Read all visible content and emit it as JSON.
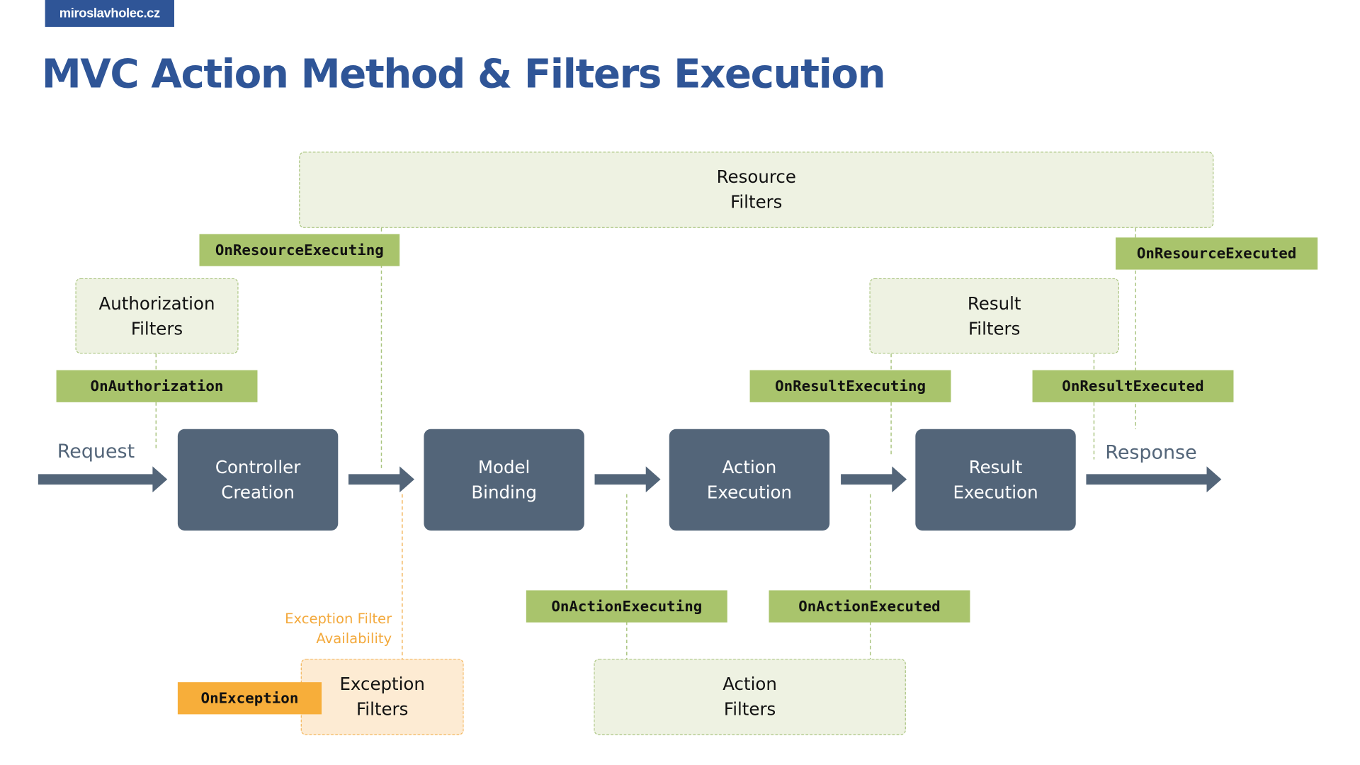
{
  "brand": "miroslavholec.cz",
  "title": "MVC Action Method & Filters Execution",
  "flow": {
    "request": "Request",
    "response": "Response"
  },
  "stages": {
    "controller": "Controller\nCreation",
    "model": "Model\nBinding",
    "action": "Action\nExecution",
    "result": "Result\nExecution"
  },
  "filters": {
    "resource": "Resource\nFilters",
    "authorization": "Authorization\nFilters",
    "result": "Result\nFilters",
    "exception": "Exception\nFilters",
    "action": "Action\nFilters"
  },
  "methods": {
    "on_resource_executing": "OnResourceExecuting",
    "on_resource_executed": "OnResourceExecuted",
    "on_authorization": "OnAuthorization",
    "on_result_executing": "OnResultExecuting",
    "on_result_executed": "OnResultExecuted",
    "on_action_executing": "OnActionExecuting",
    "on_action_executed": "OnActionExecuted",
    "on_exception": "OnException"
  },
  "notes": {
    "exception_availability": "Exception Filter\nAvailability"
  },
  "colors": {
    "brand": "#2f5597",
    "stage": "#536579",
    "filter_fill": "#eef2e2",
    "filter_border": "#a9c47f",
    "method_tag": "#a9c46c",
    "exception_tag": "#f7ae3a",
    "exception_fill": "#fdebd3",
    "exception_note": "#f3a93c"
  }
}
